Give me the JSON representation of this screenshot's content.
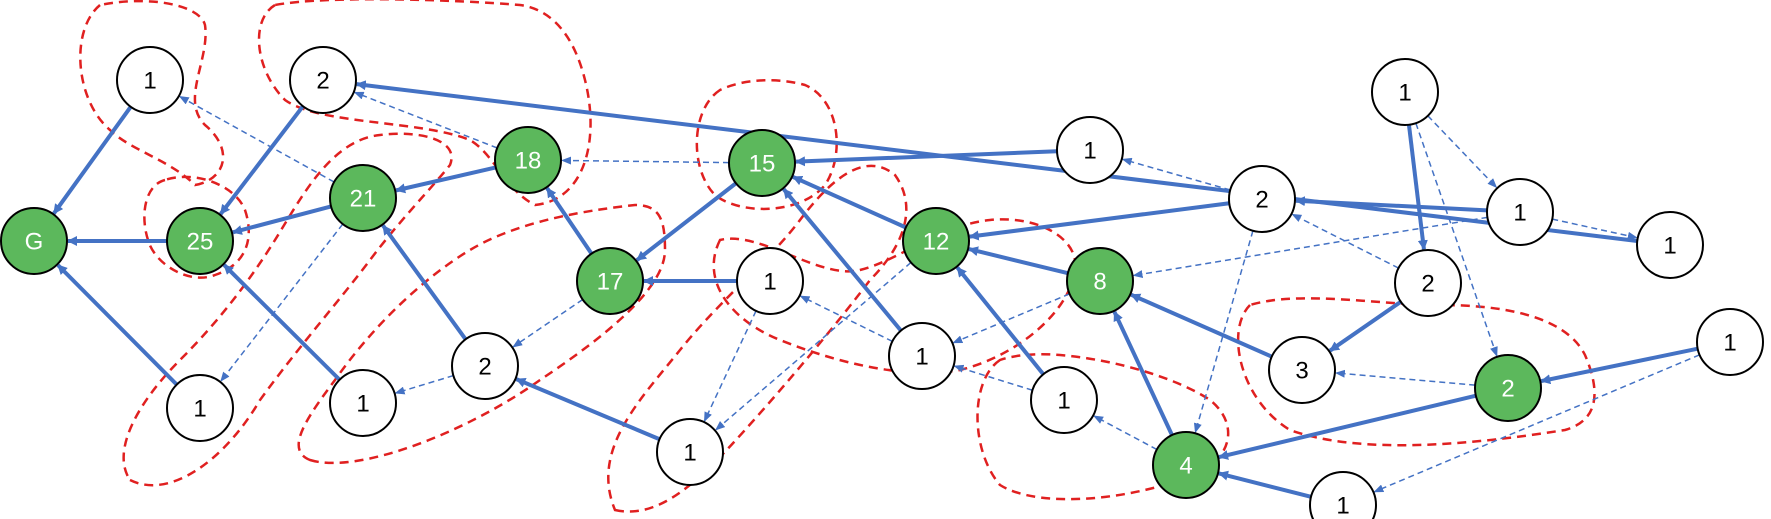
{
  "colors": {
    "green_node": "#5cb85c",
    "white_node": "#ffffff",
    "edge": "#4472c4",
    "region": "#e02020"
  },
  "nodes": [
    {
      "id": "G",
      "label": "G",
      "style": "green"
    },
    {
      "id": "a1",
      "label": "1",
      "style": "white"
    },
    {
      "id": "a2",
      "label": "2",
      "style": "white"
    },
    {
      "id": "n25",
      "label": "25",
      "style": "green"
    },
    {
      "id": "n21",
      "label": "21",
      "style": "green"
    },
    {
      "id": "n18",
      "label": "18",
      "style": "green"
    },
    {
      "id": "b1",
      "label": "1",
      "style": "white"
    },
    {
      "id": "b2",
      "label": "1",
      "style": "white"
    },
    {
      "id": "b3",
      "label": "2",
      "style": "white"
    },
    {
      "id": "n17",
      "label": "17",
      "style": "green"
    },
    {
      "id": "c1",
      "label": "1",
      "style": "white"
    },
    {
      "id": "c2",
      "label": "1",
      "style": "white"
    },
    {
      "id": "n15",
      "label": "15",
      "style": "green"
    },
    {
      "id": "d1",
      "label": "1",
      "style": "white"
    },
    {
      "id": "n12",
      "label": "12",
      "style": "green"
    },
    {
      "id": "d2",
      "label": "1",
      "style": "white"
    },
    {
      "id": "n8",
      "label": "8",
      "style": "green"
    },
    {
      "id": "d3",
      "label": "1",
      "style": "white"
    },
    {
      "id": "n4",
      "label": "4",
      "style": "green"
    },
    {
      "id": "e1",
      "label": "2",
      "style": "white"
    },
    {
      "id": "e2",
      "label": "1",
      "style": "white"
    },
    {
      "id": "e3",
      "label": "2",
      "style": "white"
    },
    {
      "id": "e4",
      "label": "3",
      "style": "white"
    },
    {
      "id": "n2",
      "label": "2",
      "style": "green"
    },
    {
      "id": "f1",
      "label": "1",
      "style": "white"
    },
    {
      "id": "f2",
      "label": "1",
      "style": "white"
    },
    {
      "id": "f3",
      "label": "1",
      "style": "white"
    },
    {
      "id": "f4",
      "label": "1",
      "style": "white"
    }
  ],
  "edges": [
    {
      "from": "a1",
      "to": "G",
      "style": "solid"
    },
    {
      "from": "n25",
      "to": "G",
      "style": "solid"
    },
    {
      "from": "b1",
      "to": "G",
      "style": "solid"
    },
    {
      "from": "a2",
      "to": "n25",
      "style": "solid"
    },
    {
      "from": "n21",
      "to": "n25",
      "style": "solid"
    },
    {
      "from": "b2",
      "to": "n25",
      "style": "solid"
    },
    {
      "from": "n18",
      "to": "n21",
      "style": "solid"
    },
    {
      "from": "b3",
      "to": "n21",
      "style": "solid"
    },
    {
      "from": "n17",
      "to": "n18",
      "style": "solid"
    },
    {
      "from": "n15",
      "to": "n17",
      "style": "solid"
    },
    {
      "from": "c1",
      "to": "n17",
      "style": "solid"
    },
    {
      "from": "c2",
      "to": "b3",
      "style": "solid"
    },
    {
      "from": "f2",
      "to": "a2",
      "style": "solid"
    },
    {
      "from": "d1",
      "to": "n15",
      "style": "solid"
    },
    {
      "from": "n12",
      "to": "n15",
      "style": "solid"
    },
    {
      "from": "d2",
      "to": "n15",
      "style": "solid"
    },
    {
      "from": "e1",
      "to": "n12",
      "style": "solid"
    },
    {
      "from": "n8",
      "to": "n12",
      "style": "solid"
    },
    {
      "from": "d3",
      "to": "n12",
      "style": "solid"
    },
    {
      "from": "e2",
      "to": "e1",
      "style": "solid"
    },
    {
      "from": "e4",
      "to": "n8",
      "style": "solid"
    },
    {
      "from": "n4",
      "to": "n8",
      "style": "solid"
    },
    {
      "from": "f1",
      "to": "e3",
      "style": "solid"
    },
    {
      "from": "e3",
      "to": "e4",
      "style": "solid"
    },
    {
      "from": "n2",
      "to": "n4",
      "style": "solid"
    },
    {
      "from": "f3",
      "to": "n2",
      "style": "solid"
    },
    {
      "from": "f4",
      "to": "n4",
      "style": "solid"
    },
    {
      "from": "n21",
      "to": "a1",
      "style": "dashed"
    },
    {
      "from": "n18",
      "to": "a2",
      "style": "dashed"
    },
    {
      "from": "n21",
      "to": "b1",
      "style": "dashed"
    },
    {
      "from": "b3",
      "to": "b2",
      "style": "dashed"
    },
    {
      "from": "n17",
      "to": "b3",
      "style": "dashed"
    },
    {
      "from": "n15",
      "to": "n18",
      "style": "dashed"
    },
    {
      "from": "c1",
      "to": "c2",
      "style": "dashed"
    },
    {
      "from": "n12",
      "to": "c2",
      "style": "dashed"
    },
    {
      "from": "d2",
      "to": "c1",
      "style": "dashed"
    },
    {
      "from": "n8",
      "to": "d2",
      "style": "dashed"
    },
    {
      "from": "d3",
      "to": "d2",
      "style": "dashed"
    },
    {
      "from": "n4",
      "to": "d3",
      "style": "dashed"
    },
    {
      "from": "e1",
      "to": "d1",
      "style": "dashed"
    },
    {
      "from": "e1",
      "to": "n4",
      "style": "dashed"
    },
    {
      "from": "e2",
      "to": "n8",
      "style": "dashed"
    },
    {
      "from": "e3",
      "to": "e1",
      "style": "dashed"
    },
    {
      "from": "e2",
      "to": "f2",
      "style": "dashed"
    },
    {
      "from": "f1",
      "to": "e2",
      "style": "dashed"
    },
    {
      "from": "n2",
      "to": "e4",
      "style": "dashed"
    },
    {
      "from": "f1",
      "to": "n2",
      "style": "dashed"
    },
    {
      "from": "f3",
      "to": "f4",
      "style": "dashed"
    }
  ]
}
